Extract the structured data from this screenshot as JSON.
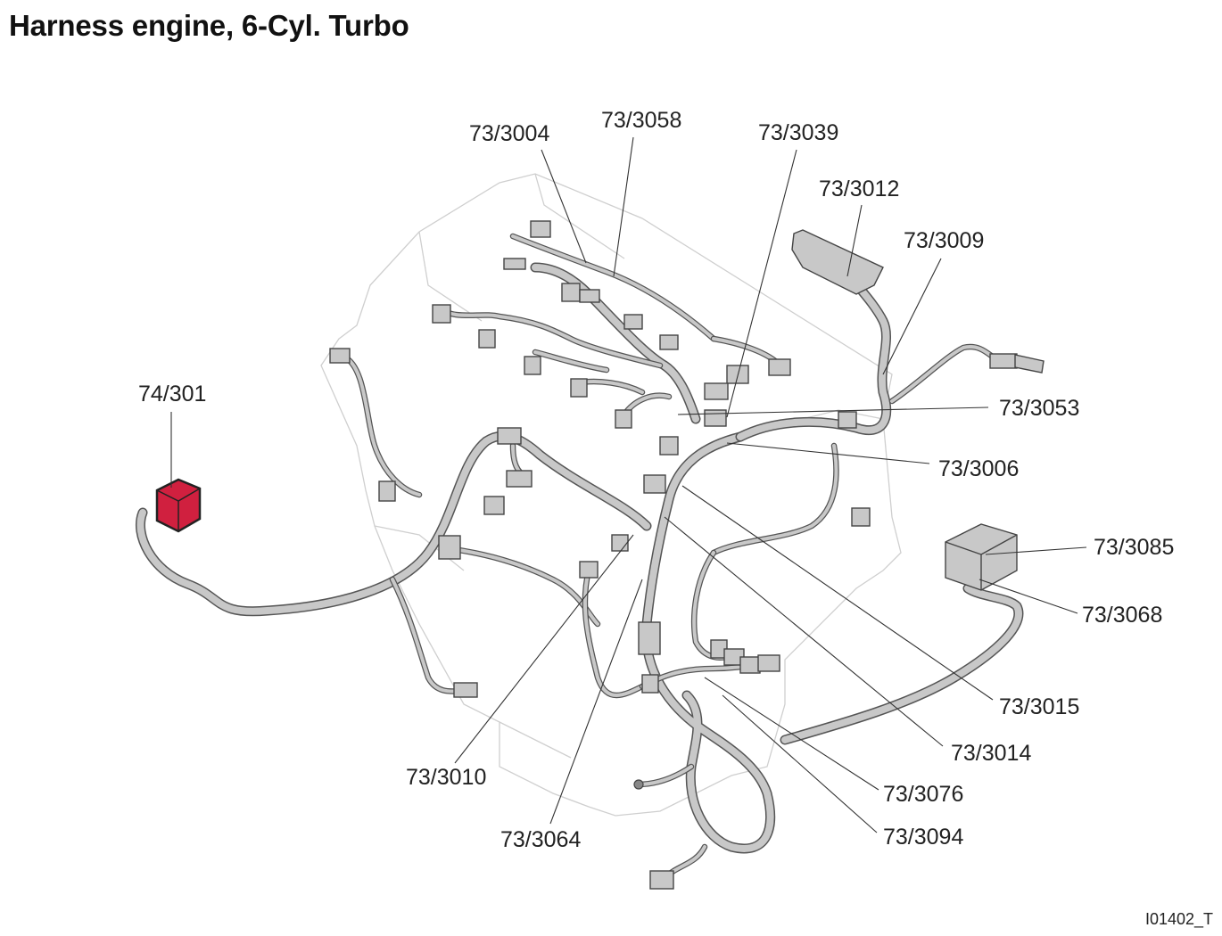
{
  "title": "Harness engine, 6-Cyl. Turbo",
  "figure_id": "I01402_T",
  "callouts": [
    {
      "label": "73/3004"
    },
    {
      "label": "73/3058"
    },
    {
      "label": "73/3039"
    },
    {
      "label": "73/3012"
    },
    {
      "label": "73/3009"
    },
    {
      "label": "74/301"
    },
    {
      "label": "73/3053"
    },
    {
      "label": "73/3006"
    },
    {
      "label": "73/3085"
    },
    {
      "label": "73/3068"
    },
    {
      "label": "73/3015"
    },
    {
      "label": "73/3014"
    },
    {
      "label": "73/3010"
    },
    {
      "label": "73/3076"
    },
    {
      "label": "73/3064"
    },
    {
      "label": "73/3094"
    }
  ],
  "colors": {
    "highlight": "#d0203f",
    "harness": "#c8c8c8",
    "outline": "#cfcfcf"
  }
}
